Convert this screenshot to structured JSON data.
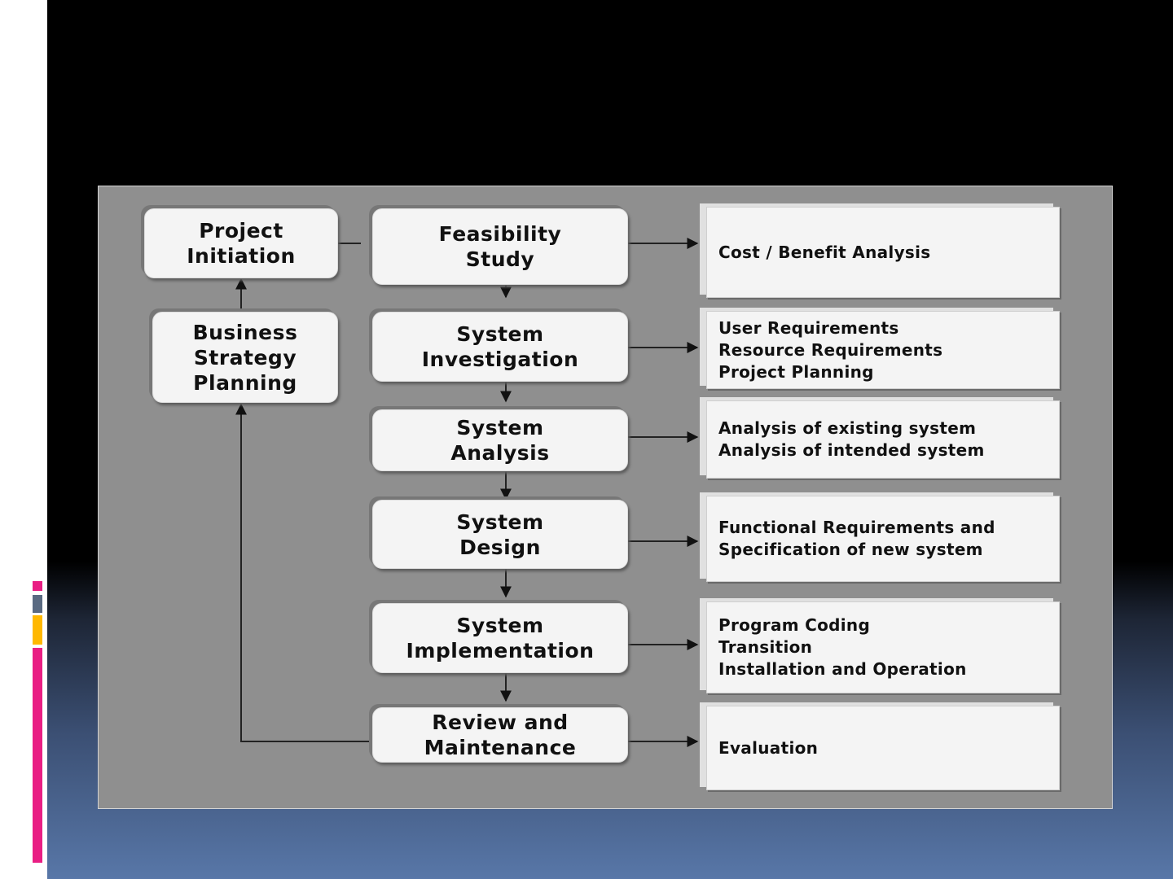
{
  "diagram": {
    "stages": {
      "project_initiation": "Project\nInitiation",
      "business_strategy_planning": "Business\nStrategy\nPlanning",
      "feasibility_study": "Feasibility\nStudy",
      "system_investigation": "System\nInvestigation",
      "system_analysis": "System\nAnalysis",
      "system_design": "System\nDesign",
      "system_implementation": "System\nImplementation",
      "review_and_maintenance": "Review and\nMaintenance"
    },
    "outputs": {
      "feasibility_study": "Cost / Benefit Analysis",
      "system_investigation": "User Requirements\nResource Requirements\nProject Planning",
      "system_analysis": "Analysis of existing system\nAnalysis of intended system",
      "system_design": "Functional Requirements and\nSpecification of new system",
      "system_implementation": "Program Coding\nTransition\nInstallation and Operation",
      "review_and_maintenance": "Evaluation"
    }
  },
  "colors": {
    "slide_top": "#000000",
    "slide_bottom": "#5877a8",
    "figure_background": "#8f8f8f",
    "box_fill": "#f4f4f4",
    "accent_pink": "#e91e84",
    "accent_yellow": "#ffb800",
    "accent_gray": "#5a6a82"
  }
}
